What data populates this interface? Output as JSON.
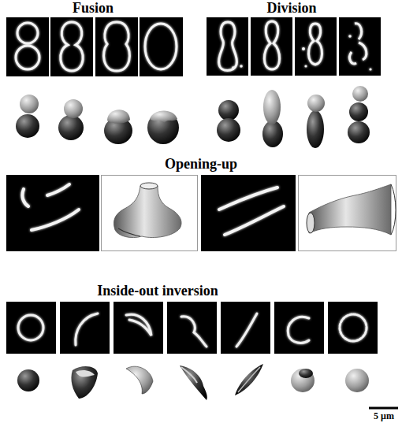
{
  "diagram": {
    "labels": [
      "Fusion",
      "Division",
      "Opening-up",
      "Inside-out inversion",
      "5 μm"
    ]
  }
}
